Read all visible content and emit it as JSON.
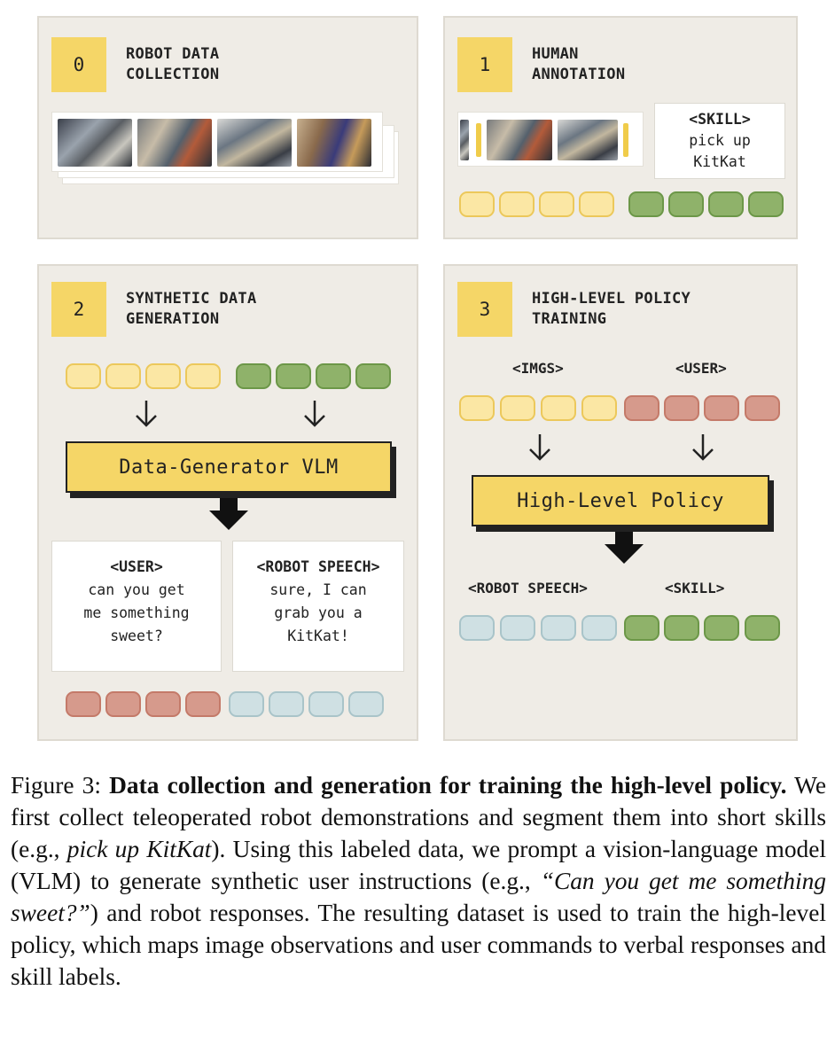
{
  "panels": [
    {
      "number": "0",
      "title": "ROBOT DATA\nCOLLECTION"
    },
    {
      "number": "1",
      "title": "HUMAN\nANNOTATION"
    },
    {
      "number": "2",
      "title": "SYNTHETIC DATA\nGENERATION"
    },
    {
      "number": "3",
      "title": "HIGH-LEVEL POLICY\nTRAINING"
    }
  ],
  "annotation": {
    "skill_tag": "<SKILL>",
    "skill_text": "pick up\nKitKat"
  },
  "generation": {
    "model_label": "Data-Generator VLM",
    "user_tag": "<USER>",
    "user_text": "can you get\nme something\nsweet?",
    "robot_tag": "<ROBOT SPEECH>",
    "robot_text": "sure, I can\ngrab you a\nKitKat!"
  },
  "training": {
    "input_label_1": "<IMGS>",
    "input_label_2": "<USER>",
    "model_label": "High-Level Policy",
    "output_label_1": "<ROBOT SPEECH>",
    "output_label_2": "<SKILL>"
  },
  "colors": {
    "image_token": "#fbe7a4",
    "skill_token": "#8fb26a",
    "user_token": "#d69a8c",
    "speech_token": "#cfe0e3",
    "accent": "#f5d667"
  },
  "caption": {
    "prefix": "Figure 3: ",
    "bold": "Data collection and generation for training the high-level policy.",
    "t1": " We first collect teleoperated robot demonstrations and segment them into short skills (e.g., ",
    "i1": "pick up KitKat",
    "t2": "). Using this labeled data, we prompt a vision-language model (VLM) to generate synthetic user instructions (e.g., ",
    "i2": "“Can you get me something sweet?”",
    "t3": ") and robot responses. The resulting dataset is used to train the high-level policy, which maps image observations and user commands to verbal responses and skill labels."
  }
}
